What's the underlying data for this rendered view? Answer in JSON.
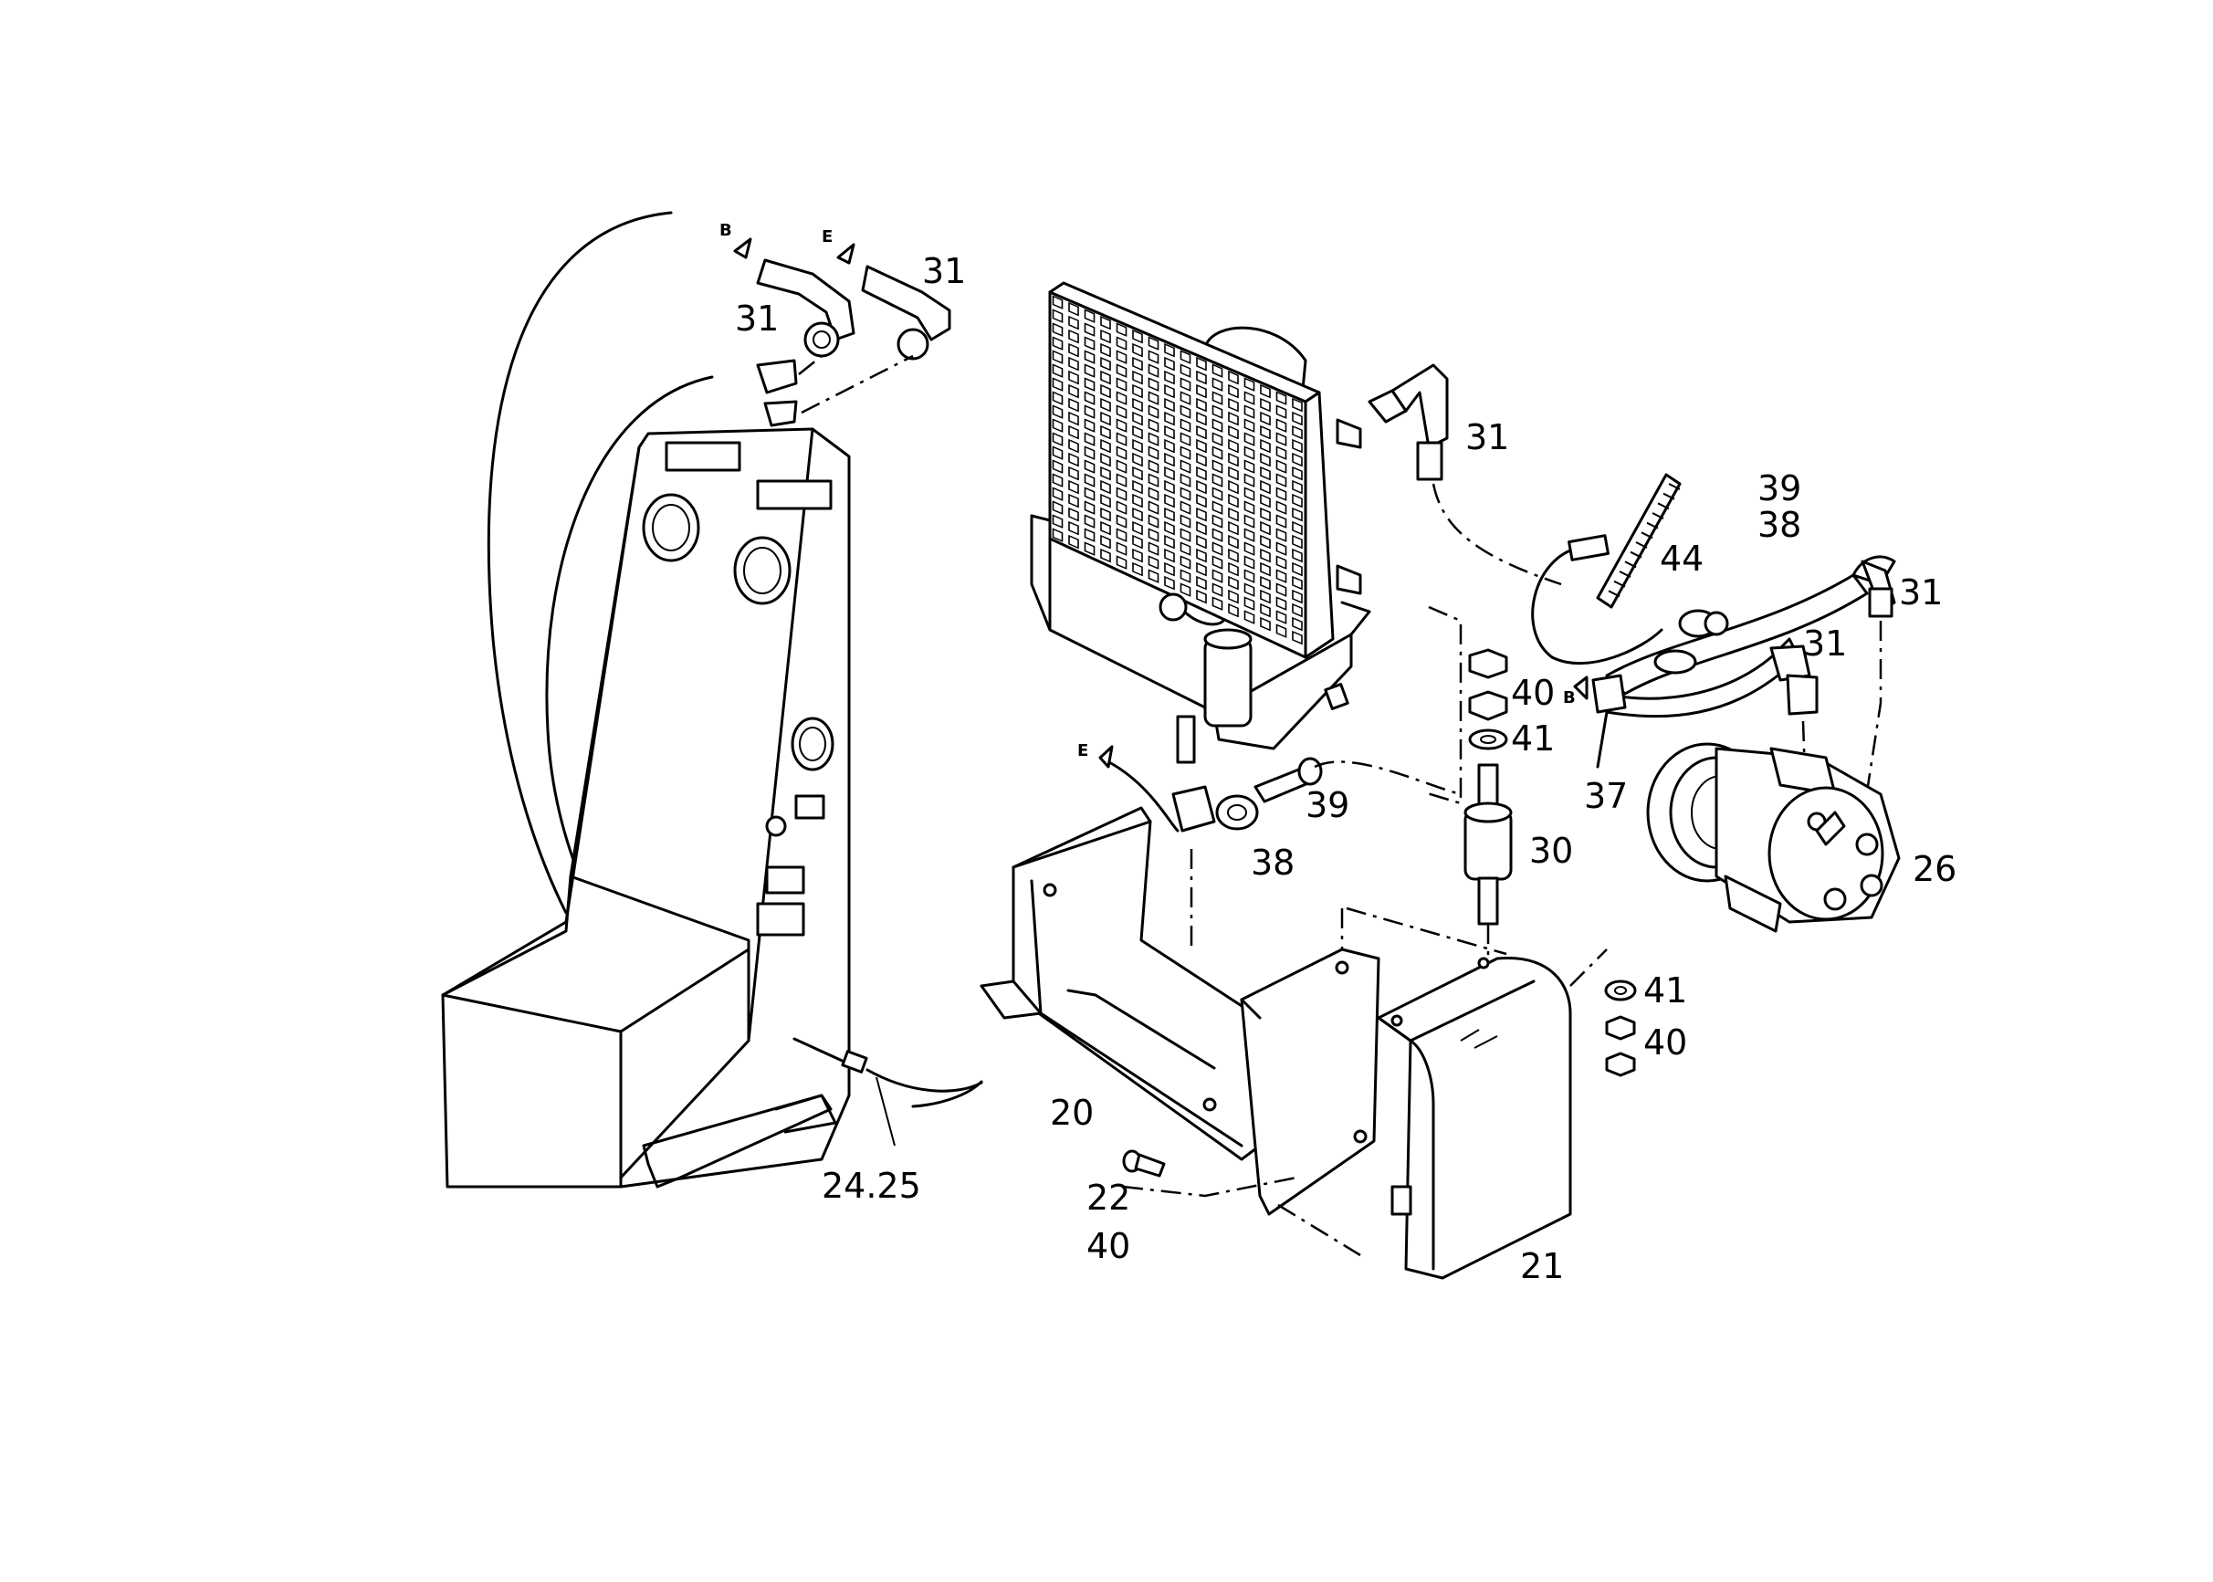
{
  "diagram": {
    "labels": {
      "p31_a": "31",
      "p31_b": "31",
      "p31_c": "31",
      "p31_d": "31",
      "p31_e": "31",
      "p39_top": "39",
      "p38_top": "38",
      "p44": "44",
      "p40_a": "40",
      "p41_a": "41",
      "p30": "30",
      "p39_mid": "39",
      "p38_mid": "38",
      "p37": "37",
      "p26": "26",
      "p41_b": "41",
      "p40_b": "40",
      "p20": "20",
      "p21": "21",
      "p22": "22",
      "p40_c": "40",
      "p24_25": "24.25"
    },
    "markers": {
      "b_top": "B",
      "e_top": "E",
      "e_mid": "E",
      "b_right": "B"
    }
  }
}
